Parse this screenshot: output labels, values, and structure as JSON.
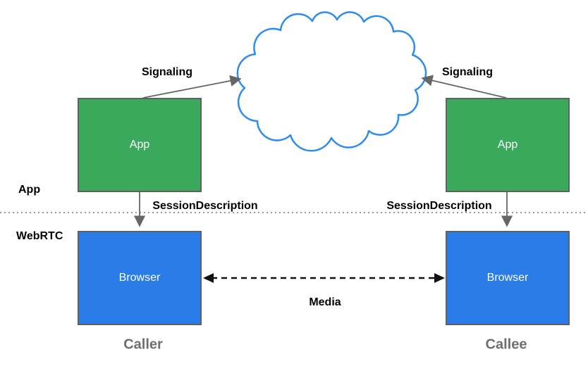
{
  "nodes": {
    "caller_app": "App",
    "callee_app": "App",
    "caller_browser": "Browser",
    "callee_browser": "Browser"
  },
  "edges": {
    "signaling_left": "Signaling",
    "signaling_right": "Signaling",
    "session_description_left": "SessionDescription",
    "session_description_right": "SessionDescription",
    "media": "Media"
  },
  "layers": {
    "app_label": "App",
    "webrtc_label": "WebRTC"
  },
  "roles": {
    "caller": "Caller",
    "callee": "Callee"
  },
  "colors": {
    "app_box_fill": "#3BA95C",
    "browser_box_fill": "#2A7DE9",
    "box_border": "#606060",
    "cloud_stroke": "#2E8CF0",
    "arrow_gray": "#666666",
    "media_arrow": "#111111",
    "role_text": "#6E6E6E",
    "divider_dots": "#999999"
  }
}
